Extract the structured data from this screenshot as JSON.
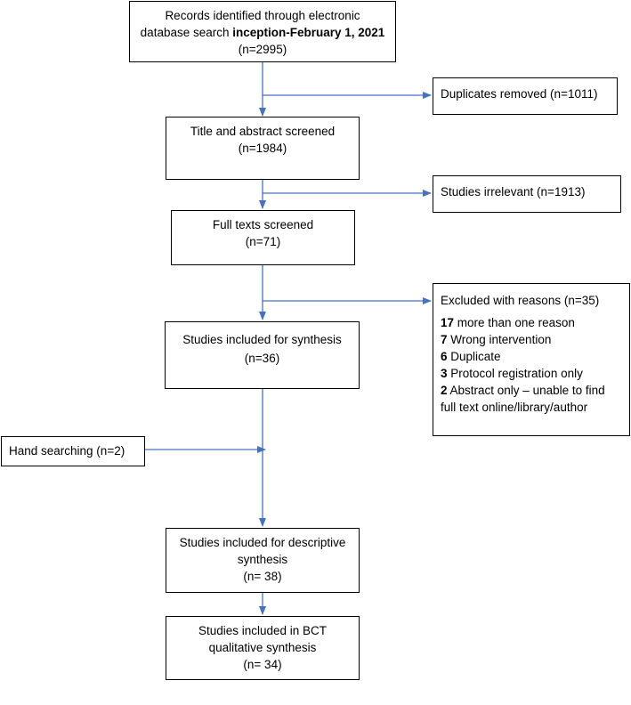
{
  "boxes": {
    "identified": {
      "line1": "Records identified through electronic",
      "line2_prefix": "database search ",
      "line2_bold": "inception-February 1, 2021",
      "line3": "(n=2995)"
    },
    "duplicates": {
      "text": "Duplicates removed (n=1011)"
    },
    "title_abstract": {
      "line1": "Title and abstract screened",
      "line2": "(n=1984)"
    },
    "irrelevant": {
      "text": "Studies irrelevant (n=1913)"
    },
    "full_texts": {
      "line1": "Full texts screened",
      "line2": "(n=71)"
    },
    "excluded": {
      "title": "Excluded with reasons (n=35)",
      "reasons": [
        {
          "count": "17",
          "text": " more than one reason"
        },
        {
          "count": "7",
          "text": " Wrong intervention"
        },
        {
          "count": "6",
          "text": " Duplicate"
        },
        {
          "count": "3",
          "text": " Protocol registration only"
        },
        {
          "count": "2",
          "text": " Abstract only – unable to find"
        }
      ],
      "continuation": "full text online/library/author"
    },
    "synthesis": {
      "line1": "Studies included for synthesis",
      "line2": "(n=36)"
    },
    "hand": {
      "text": "Hand searching (n=2)"
    },
    "descriptive": {
      "line1": "Studies included for descriptive",
      "line2": "synthesis",
      "line3": "(n= 38)"
    },
    "bct": {
      "line1": "Studies included in BCT",
      "line2": "qualitative synthesis",
      "line3": "(n= 34)"
    }
  },
  "colors": {
    "connector": "#4472C4",
    "border": "#000000"
  }
}
